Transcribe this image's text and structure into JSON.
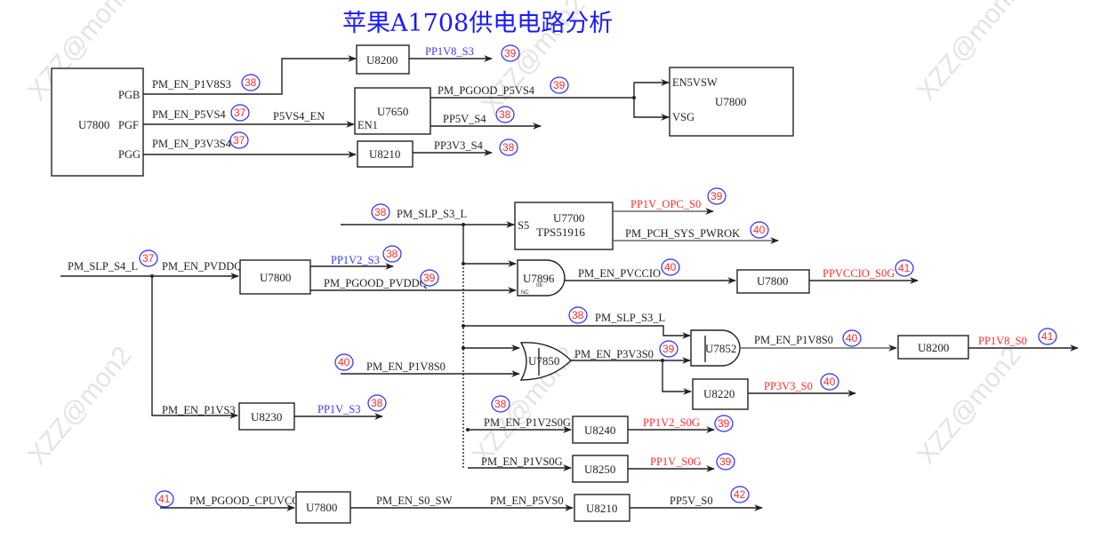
{
  "title": "苹果A1708供电电路分析",
  "watermark": "XZZ@mon2",
  "colors": {
    "title": "#1a1aff",
    "s3_rail": "#3a3aff",
    "s0_rail": "#ff2b2b",
    "badge_ring": "#2a2aff",
    "badge_text": "#ff2b2b"
  },
  "section1": {
    "u7800_left": {
      "name": "U7800",
      "pins": [
        "PGB",
        "PGF",
        "PGG"
      ]
    },
    "nets": {
      "pgb": "PM_EN_P1V8S3",
      "pgb_page": "38",
      "pgf": "PM_EN_P5VS4",
      "pgf_page": "37",
      "pgf_en": "P5VS4_EN",
      "pgg": "PM_EN_P3V3S4",
      "pgg_page": "37"
    },
    "u8200": {
      "name": "U8200",
      "out": "PP1V8_S3",
      "page": "39"
    },
    "u7650": {
      "name": "U7650",
      "pin": "EN1",
      "pgood": "PM_PGOOD_P5VS4",
      "pgood_page": "39",
      "out": "PP5V_S4",
      "out_page": "38"
    },
    "u8210": {
      "name": "U8210",
      "out": "PP3V3_S4",
      "page": "38"
    },
    "u7800_right": {
      "name": "U7800",
      "pins": [
        "EN5VSW",
        "VSG"
      ]
    }
  },
  "section2": {
    "slp_s3": {
      "net": "PM_SLP_S3_L",
      "page": "38"
    },
    "u7700": {
      "name": "U7700",
      "part": "TPS51916",
      "pin": "S5",
      "out1": "PP1V_OPC_S0",
      "out1_page": "39",
      "out2": "PM_PCH_SYS_PWROK",
      "out2_page": "40"
    },
    "slp_s4": {
      "net": "PM_SLP_S4_L",
      "page": "37"
    },
    "pvddq": {
      "net": "PM_EN_PVDDQ"
    },
    "u7800_mid": {
      "name": "U7800",
      "out": "PP1V2_S3",
      "out_page": "38",
      "pgood": "PM_PGOOD_PVDDQ",
      "pgood_page": "39"
    },
    "u7896": {
      "name": "U7896",
      "sub": "08",
      "nc": "NC",
      "out": "PM_EN_PVCCIO",
      "out_page": "40"
    },
    "u7800_vccio": {
      "name": "U7800",
      "out": "PPVCCIO_S0G",
      "out_page": "41"
    },
    "slp_s3_b": {
      "net": "PM_SLP_S3_L",
      "page": "38"
    },
    "u7850": {
      "name": "U7850",
      "in": "PM_EN_P1V8S0",
      "in_page": "40",
      "out": "PM_EN_P3V3S0",
      "out_page": "39"
    },
    "u7852": {
      "name": "U7852",
      "out": "PM_EN_P1V8S0",
      "out_page": "40"
    },
    "u8200_s0": {
      "name": "U8200",
      "out": "PP1V8_S0",
      "out_page": "41"
    },
    "u8220": {
      "name": "U8220",
      "out": "PP3V3_S0",
      "out_page": "40"
    },
    "u8230": {
      "name": "U8230",
      "in": "PM_EN_P1VS3",
      "out": "PP1V_S3",
      "out_page": "38"
    },
    "u8240": {
      "name": "U8240",
      "in": "PM_EN_P1V2S0G",
      "in_page": "38",
      "out": "PP1V2_S0G",
      "out_page": "39"
    },
    "u8250": {
      "name": "U8250",
      "in": "PM_EN_P1VS0G",
      "out": "PP1V_S0G",
      "out_page": "39"
    }
  },
  "section3": {
    "in": "PM_PGOOD_CPUVCC",
    "in_page": "41",
    "u7800": {
      "name": "U7800"
    },
    "net1": "PM_EN_S0_SW",
    "net2": "PM_EN_P5VS0",
    "u8210": {
      "name": "U8210"
    },
    "out": "PP5V_S0",
    "out_page": "42"
  }
}
